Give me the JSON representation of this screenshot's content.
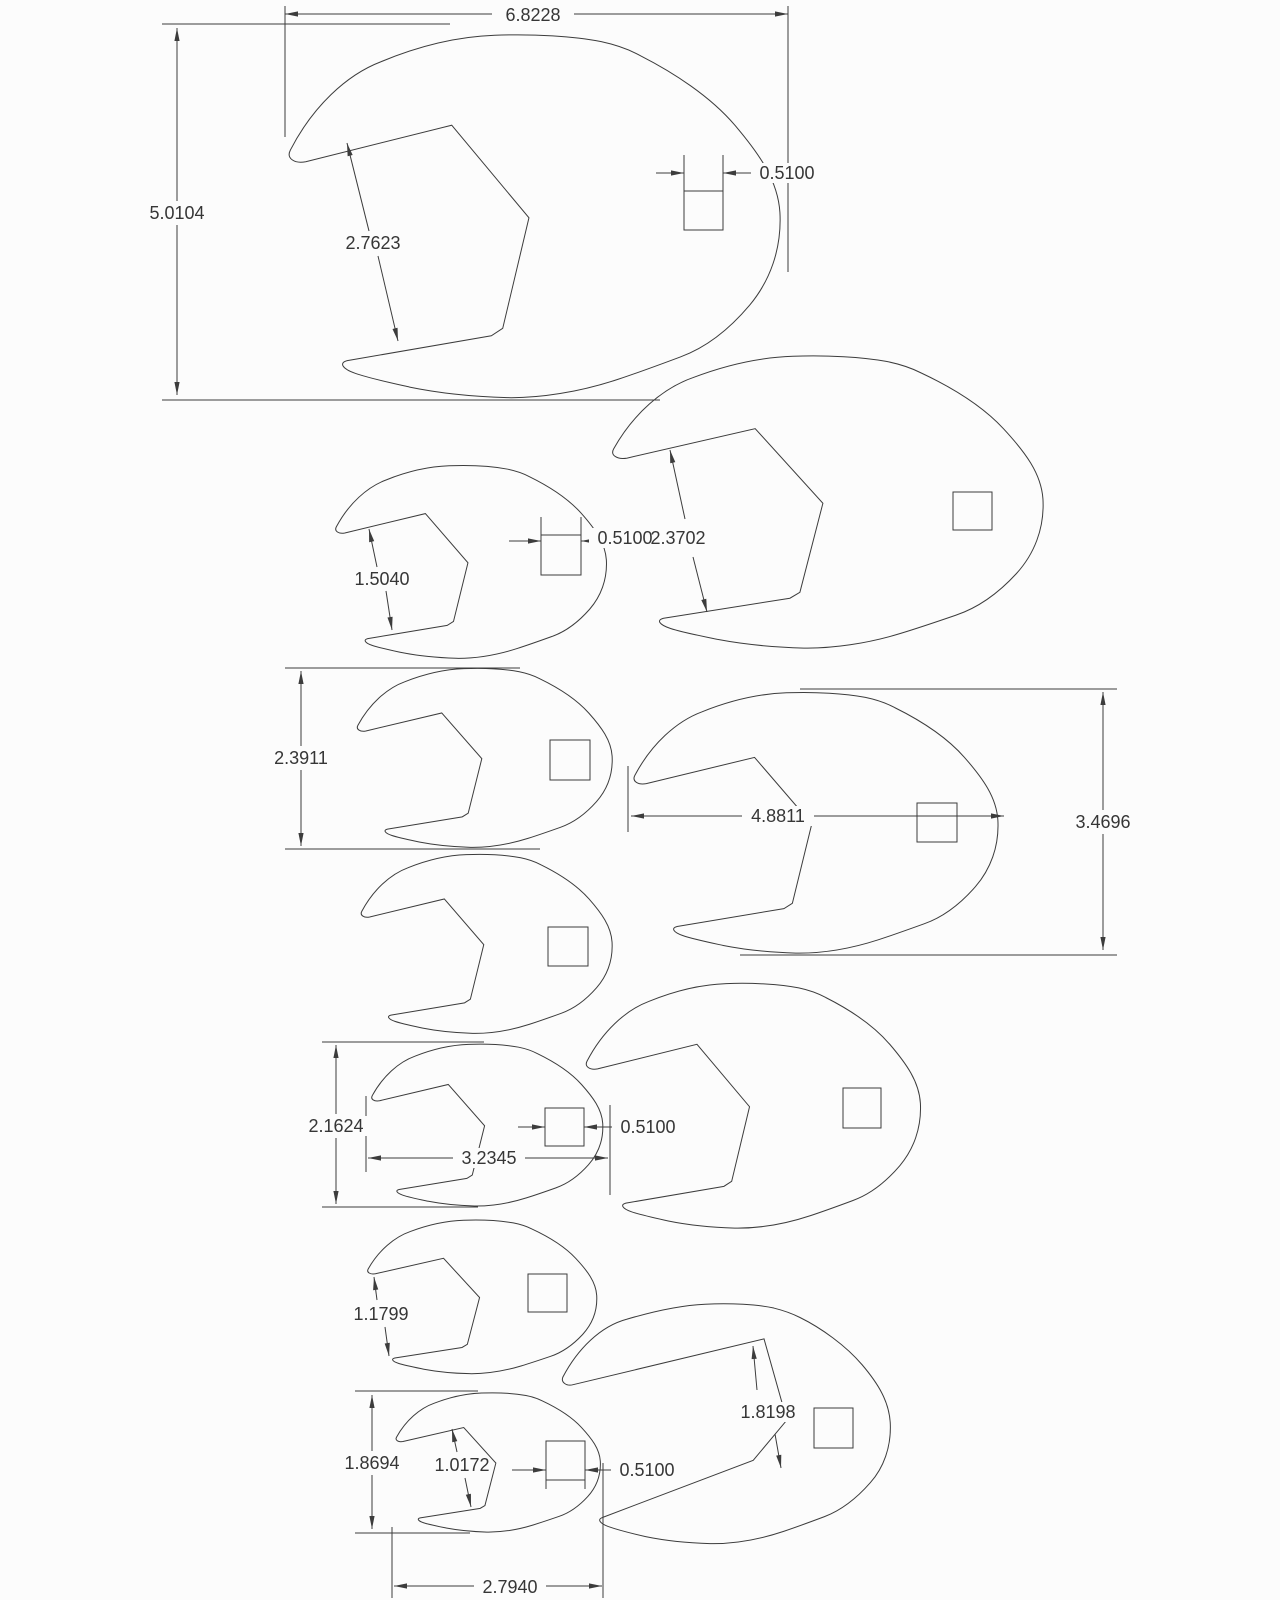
{
  "drawing": {
    "kind": "2D CAD outline drawing",
    "subject": "Crowfoot wrench profiles with dimension annotations",
    "units": "in",
    "background_color": "#fcfcfc",
    "line_color": "#3c3c3c",
    "text_color": "#363636"
  },
  "labels": {
    "w1_width": "6.8228",
    "w1_height": "5.0104",
    "w1_jaw": "2.7623",
    "w1_drive": "0.5100",
    "w2_jaw": "1.5040",
    "w2_drive": "0.5100",
    "w3_jaw": "2.3702",
    "w4_height": "2.3911",
    "w5_width": "4.8811",
    "w5_height": "3.4696",
    "w7_height": "2.1624",
    "w7_width": "3.2345",
    "w7_drive": "0.5100",
    "w9_jaw": "1.1799",
    "w10_height": "1.8694",
    "w10_jaw": "1.0172",
    "w10_drive": "0.5100",
    "w10_width": "2.7940",
    "w11_jaw": "1.8198"
  },
  "wrenches": [
    {
      "id": 1,
      "position": "top",
      "dimensions": {
        "overall_width": "6.8228",
        "overall_height": "5.0104",
        "jaw_opening": "2.7623",
        "drive_square_width": "0.5100"
      }
    },
    {
      "id": 2,
      "position": "row2-left",
      "dimensions": {
        "jaw_opening": "1.5040",
        "drive_square_width": "0.5100"
      }
    },
    {
      "id": 3,
      "position": "row2-right",
      "dimensions": {
        "jaw_opening": "2.3702"
      }
    },
    {
      "id": 4,
      "position": "row3-left",
      "dimensions": {
        "overall_height": "2.3911"
      }
    },
    {
      "id": 5,
      "position": "row3-right",
      "dimensions": {
        "overall_width": "4.8811",
        "overall_height": "3.4696"
      }
    },
    {
      "id": 6,
      "position": "row4-left",
      "dimensions": {}
    },
    {
      "id": 7,
      "position": "row5-left",
      "dimensions": {
        "overall_height": "2.1624",
        "overall_width": "3.2345",
        "drive_square_width": "0.5100"
      }
    },
    {
      "id": 8,
      "position": "row5-right",
      "dimensions": {}
    },
    {
      "id": 9,
      "position": "row6-left",
      "dimensions": {
        "jaw_opening": "1.1799"
      }
    },
    {
      "id": 10,
      "position": "bottom-left",
      "dimensions": {
        "overall_height": "1.8694",
        "jaw_opening": "1.0172",
        "drive_square_width": "0.5100",
        "overall_width": "2.7940"
      }
    },
    {
      "id": 11,
      "position": "bottom-right",
      "dimensions": {
        "jaw_opening": "1.8198"
      }
    }
  ]
}
